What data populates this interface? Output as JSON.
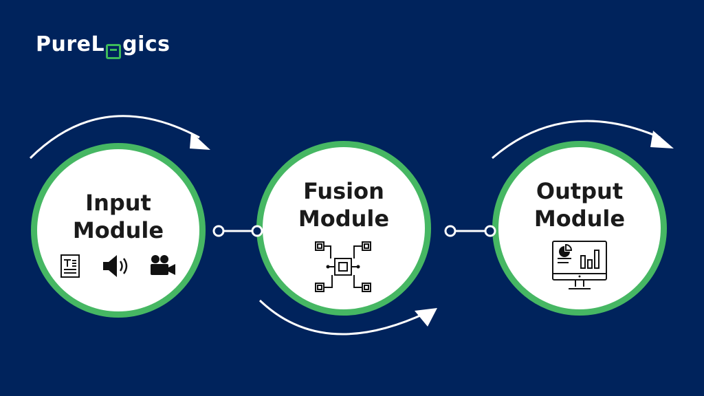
{
  "brand": {
    "part1": "Pure",
    "part2": "L",
    "part3": "gics",
    "accent_color": "#3dbb5a"
  },
  "colors": {
    "background": "#00235c",
    "ring": "#46b763",
    "circle_fill": "#ffffff",
    "arrow": "#ffffff"
  },
  "modules": [
    {
      "title_line1": "Input",
      "title_line2": "Module",
      "icons": [
        "text-document-icon",
        "speaker-icon",
        "video-camera-icon"
      ]
    },
    {
      "title_line1": "Fusion",
      "title_line2": "Module",
      "icons": [
        "circuit-chip-icon"
      ]
    },
    {
      "title_line1": "Output",
      "title_line2": "Module",
      "icons": [
        "monitor-chart-icon"
      ]
    }
  ]
}
